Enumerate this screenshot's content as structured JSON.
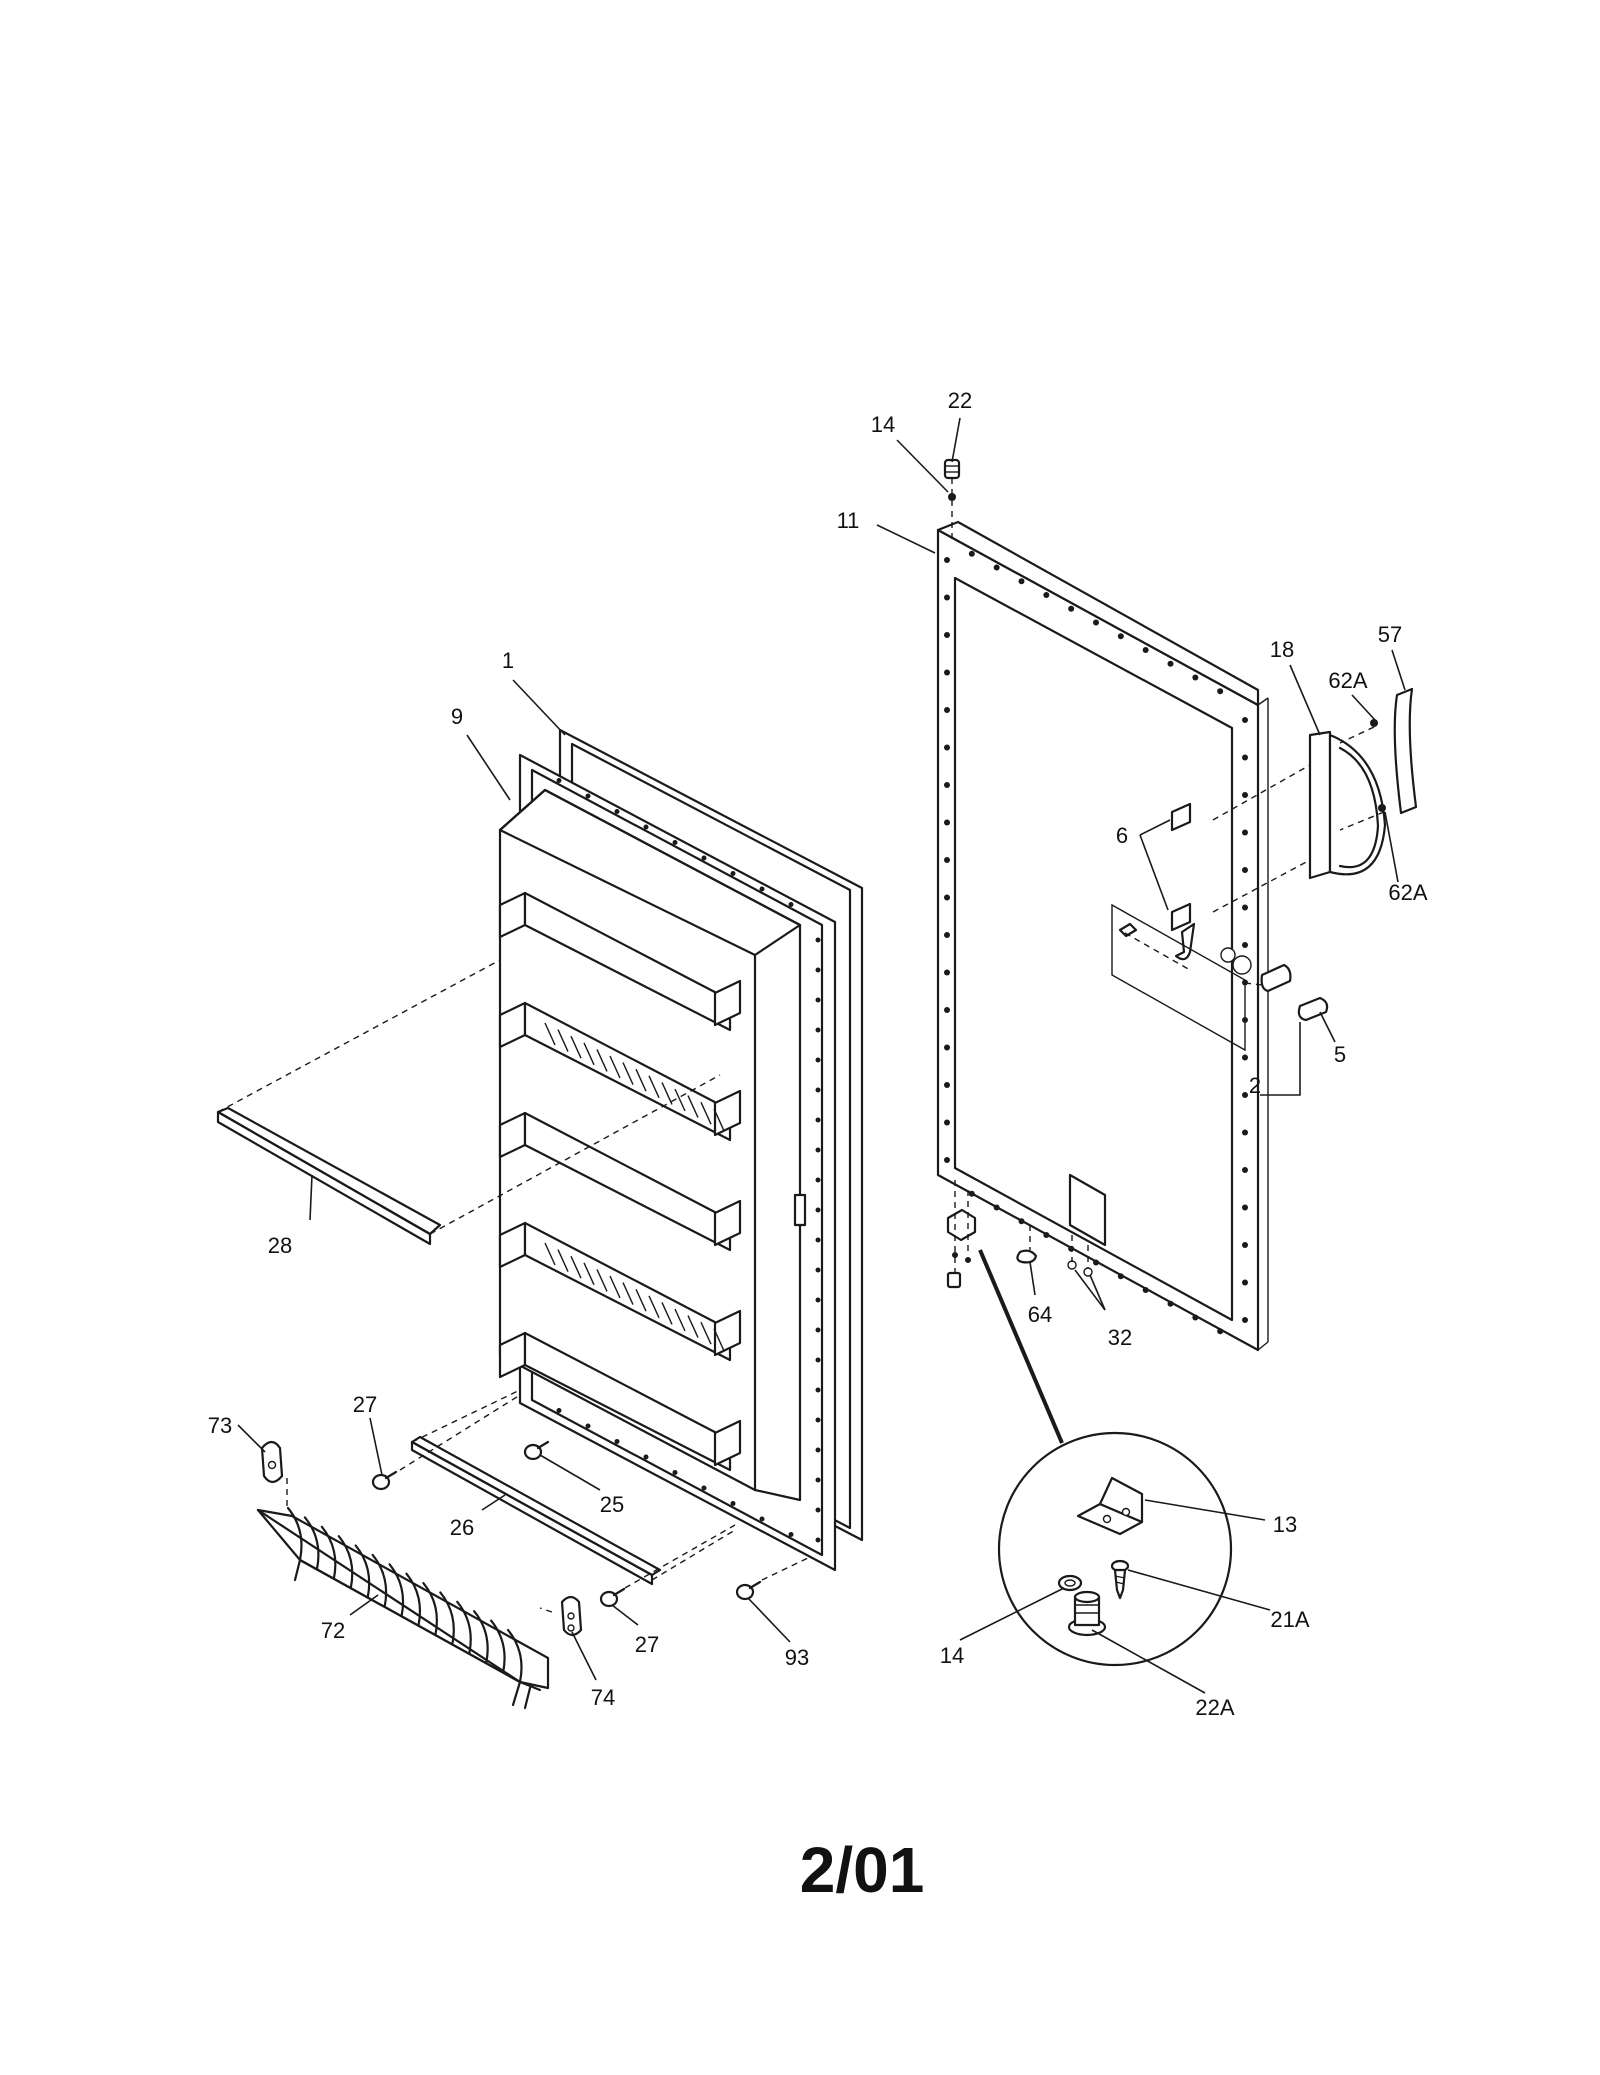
{
  "diagram": {
    "callouts": [
      "22",
      "14",
      "11",
      "1",
      "9",
      "18",
      "57",
      "62A",
      "62A",
      "6",
      "5",
      "2",
      "28",
      "64",
      "32",
      "27",
      "73",
      "25",
      "26",
      "27",
      "72",
      "74",
      "93",
      "13",
      "21A",
      "14",
      "22A"
    ],
    "date_code": "2/01"
  }
}
